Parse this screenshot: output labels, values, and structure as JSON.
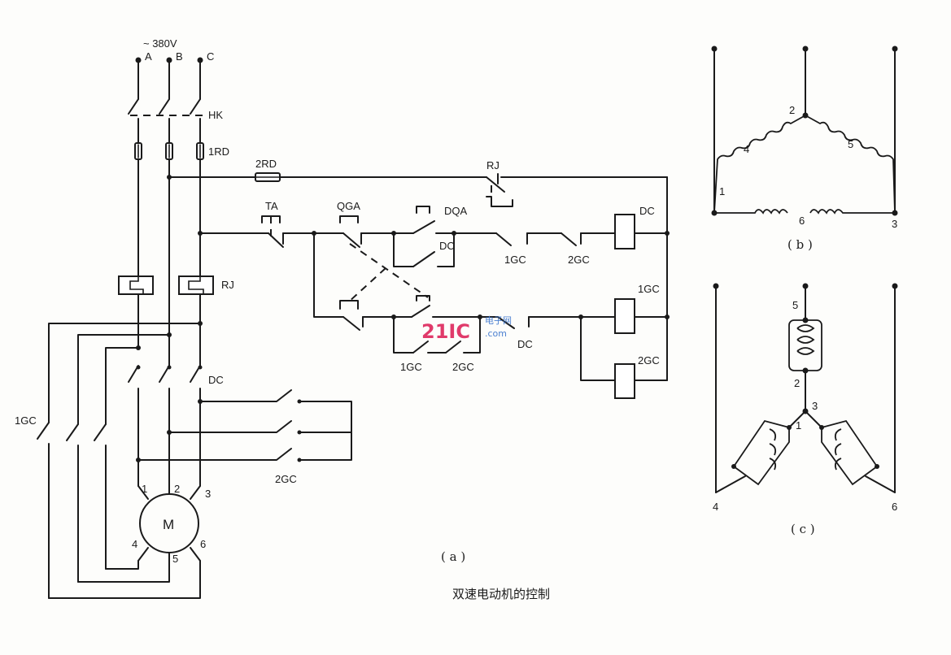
{
  "supply": {
    "voltage": "~ 380V",
    "phase_a": "A",
    "phase_b": "B",
    "phase_c": "C"
  },
  "labels": {
    "hk": "HK",
    "fuse1": "1RD",
    "fuse2": "2RD",
    "rj_contact": "RJ",
    "rj_relay": "RJ",
    "ta": "TA",
    "qga": "QGA",
    "dqa": "DQA",
    "dc_hold": "DC",
    "gc1_nc": "1GC",
    "gc2_nc": "2GC",
    "dc_coil": "DC",
    "gc1_coil": "1GC",
    "gc1_hold": "1GC",
    "gc2_hold": "2GC",
    "dc_nc": "DC",
    "gc2_coil": "2GC",
    "dc_main": "DC",
    "gc1_main": "1GC",
    "gc2_main": "2GC",
    "motor": "M",
    "t1": "1",
    "t2": "2",
    "t3": "3",
    "t4": "4",
    "t5": "5",
    "t6": "6"
  },
  "panel_b": {
    "n1": "1",
    "n2": "2",
    "n3": "3",
    "n4": "4",
    "n5": "5",
    "n6": "6",
    "caption": "( b )"
  },
  "panel_c": {
    "n1": "1",
    "n2": "2",
    "n3": "3",
    "n4": "4",
    "n5": "5",
    "n6": "6",
    "caption": "( c )"
  },
  "caption_a": "( a )",
  "title": "双速电动机的控制",
  "watermark": {
    "brand": "21IC",
    "sub": "电子网",
    "domain": ".com",
    "brand_color": "#e03a6a",
    "sub_color": "#4a7fd0"
  }
}
